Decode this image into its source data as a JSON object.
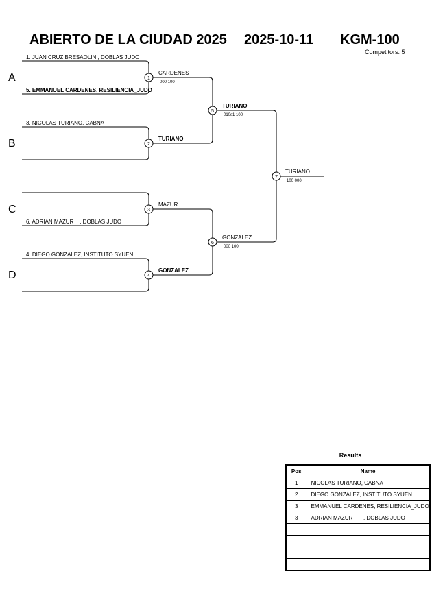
{
  "header": {
    "title": "ABIERTO DE LA CIUDAD 2025",
    "date": "2025-10-11",
    "category": "KGM-100",
    "competitors": "Competitors: 5"
  },
  "pools": [
    "A",
    "B",
    "C",
    "D"
  ],
  "entries": [
    "1. JUAN CRUZ BRESAOLINI, DOBLAS JUDO",
    "5. EMMANUEL CARDENES, RESILIENCIA_JUDO",
    "3. NICOLAS TURIANO, CABNA",
    "6. ADRIAN MAZUR    , DOBLAS JUDO",
    "4. DIEGO GONZALEZ, INSTITUTO SYUEN"
  ],
  "matches": [
    {
      "num": "1",
      "winner": "CARDENES",
      "score": "000   100"
    },
    {
      "num": "2",
      "winner": "TURIANO",
      "score": ""
    },
    {
      "num": "3",
      "winner": "MAZUR",
      "score": ""
    },
    {
      "num": "4",
      "winner": "GONZALEZ",
      "score": ""
    },
    {
      "num": "5",
      "winner": "TURIANO",
      "score": "010s1   100"
    },
    {
      "num": "6",
      "winner": "GONZALEZ",
      "score": "000   100"
    },
    {
      "num": "7",
      "winner": "TURIANO",
      "score": "100   000"
    }
  ],
  "results": {
    "title": "Results",
    "col_pos": "Pos",
    "col_name": "Name",
    "rows": [
      {
        "pos": "1",
        "name": "NICOLAS TURIANO, CABNA"
      },
      {
        "pos": "2",
        "name": "DIEGO GONZALEZ, INSTITUTO SYUEN"
      },
      {
        "pos": "3",
        "name": "EMMANUEL CARDENES, RESILIENCIA_JUDO"
      },
      {
        "pos": "3",
        "name": "ADRIAN MAZUR       , DOBLAS JUDO"
      },
      {
        "pos": "",
        "name": ""
      },
      {
        "pos": "",
        "name": ""
      },
      {
        "pos": "",
        "name": ""
      },
      {
        "pos": "",
        "name": ""
      }
    ]
  }
}
